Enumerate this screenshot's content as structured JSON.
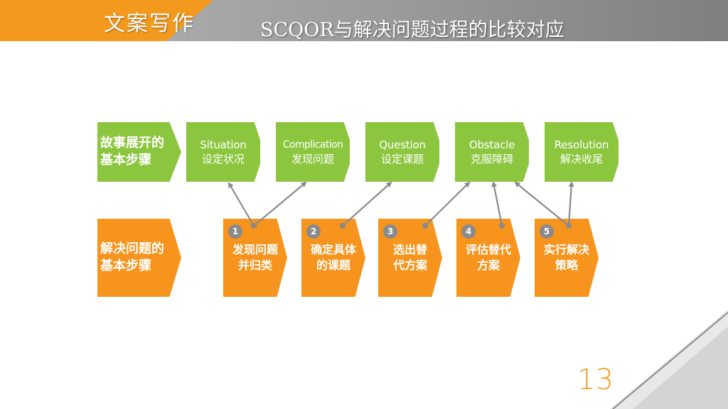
{
  "header": {
    "section": "文案写作",
    "title": "SCQOR与解决问题过程的比较对应"
  },
  "story_row": {
    "label_lines": [
      "故事展开的",
      "基本步骤"
    ],
    "items": [
      {
        "en": "Situation",
        "zh": "设定状况"
      },
      {
        "en": "Complication",
        "zh": "发现问题"
      },
      {
        "en": "Question",
        "zh": "设定课题"
      },
      {
        "en": "Obstacle",
        "zh": "克服障碍"
      },
      {
        "en": "Resolution",
        "zh": "解决收尾"
      }
    ]
  },
  "solve_row": {
    "label_lines": [
      "解决问题的",
      "基本步骤"
    ],
    "steps": [
      {
        "num": "1",
        "lines": [
          "发现问题",
          "并归类"
        ]
      },
      {
        "num": "2",
        "lines": [
          "确定具体",
          "的课题"
        ]
      },
      {
        "num": "3",
        "lines": [
          "选出替",
          "代方案"
        ]
      },
      {
        "num": "4",
        "lines": [
          "评估替代",
          "方案"
        ]
      },
      {
        "num": "5",
        "lines": [
          "实行解决",
          "策略"
        ]
      }
    ]
  },
  "colors": {
    "green": "#8cc63f",
    "orange": "#f7941d",
    "arrow": "#8a8a8a",
    "accent": "#f39a1e"
  },
  "page_number": "13"
}
